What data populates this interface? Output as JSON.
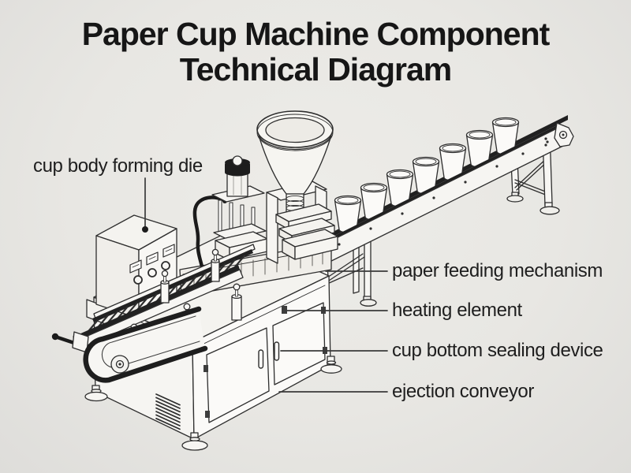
{
  "title": {
    "line1": "Paper Cup Machine Component",
    "line2": "Technical Diagram"
  },
  "labels": {
    "cup_body_forming_die": "cup body forming die",
    "paper_feeding_mechanism": "paper feeding mechanism",
    "heating_element": "heating element",
    "cup_bottom_sealing_device": "cup bottom sealing device",
    "ejection_conveyor": "ejection conveyor"
  },
  "diagram": {
    "subject": "paper cup forming machine",
    "style": "isometric technical line drawing",
    "cup_count_on_conveyor": 7
  },
  "colors": {
    "background": "#e9e8e4",
    "title_ink": "#161616",
    "label_ink": "#1e1e1e",
    "line_ink": "#2e2e2e",
    "surface": "#f7f6f3",
    "dark_parts": "#1d1d1d"
  }
}
